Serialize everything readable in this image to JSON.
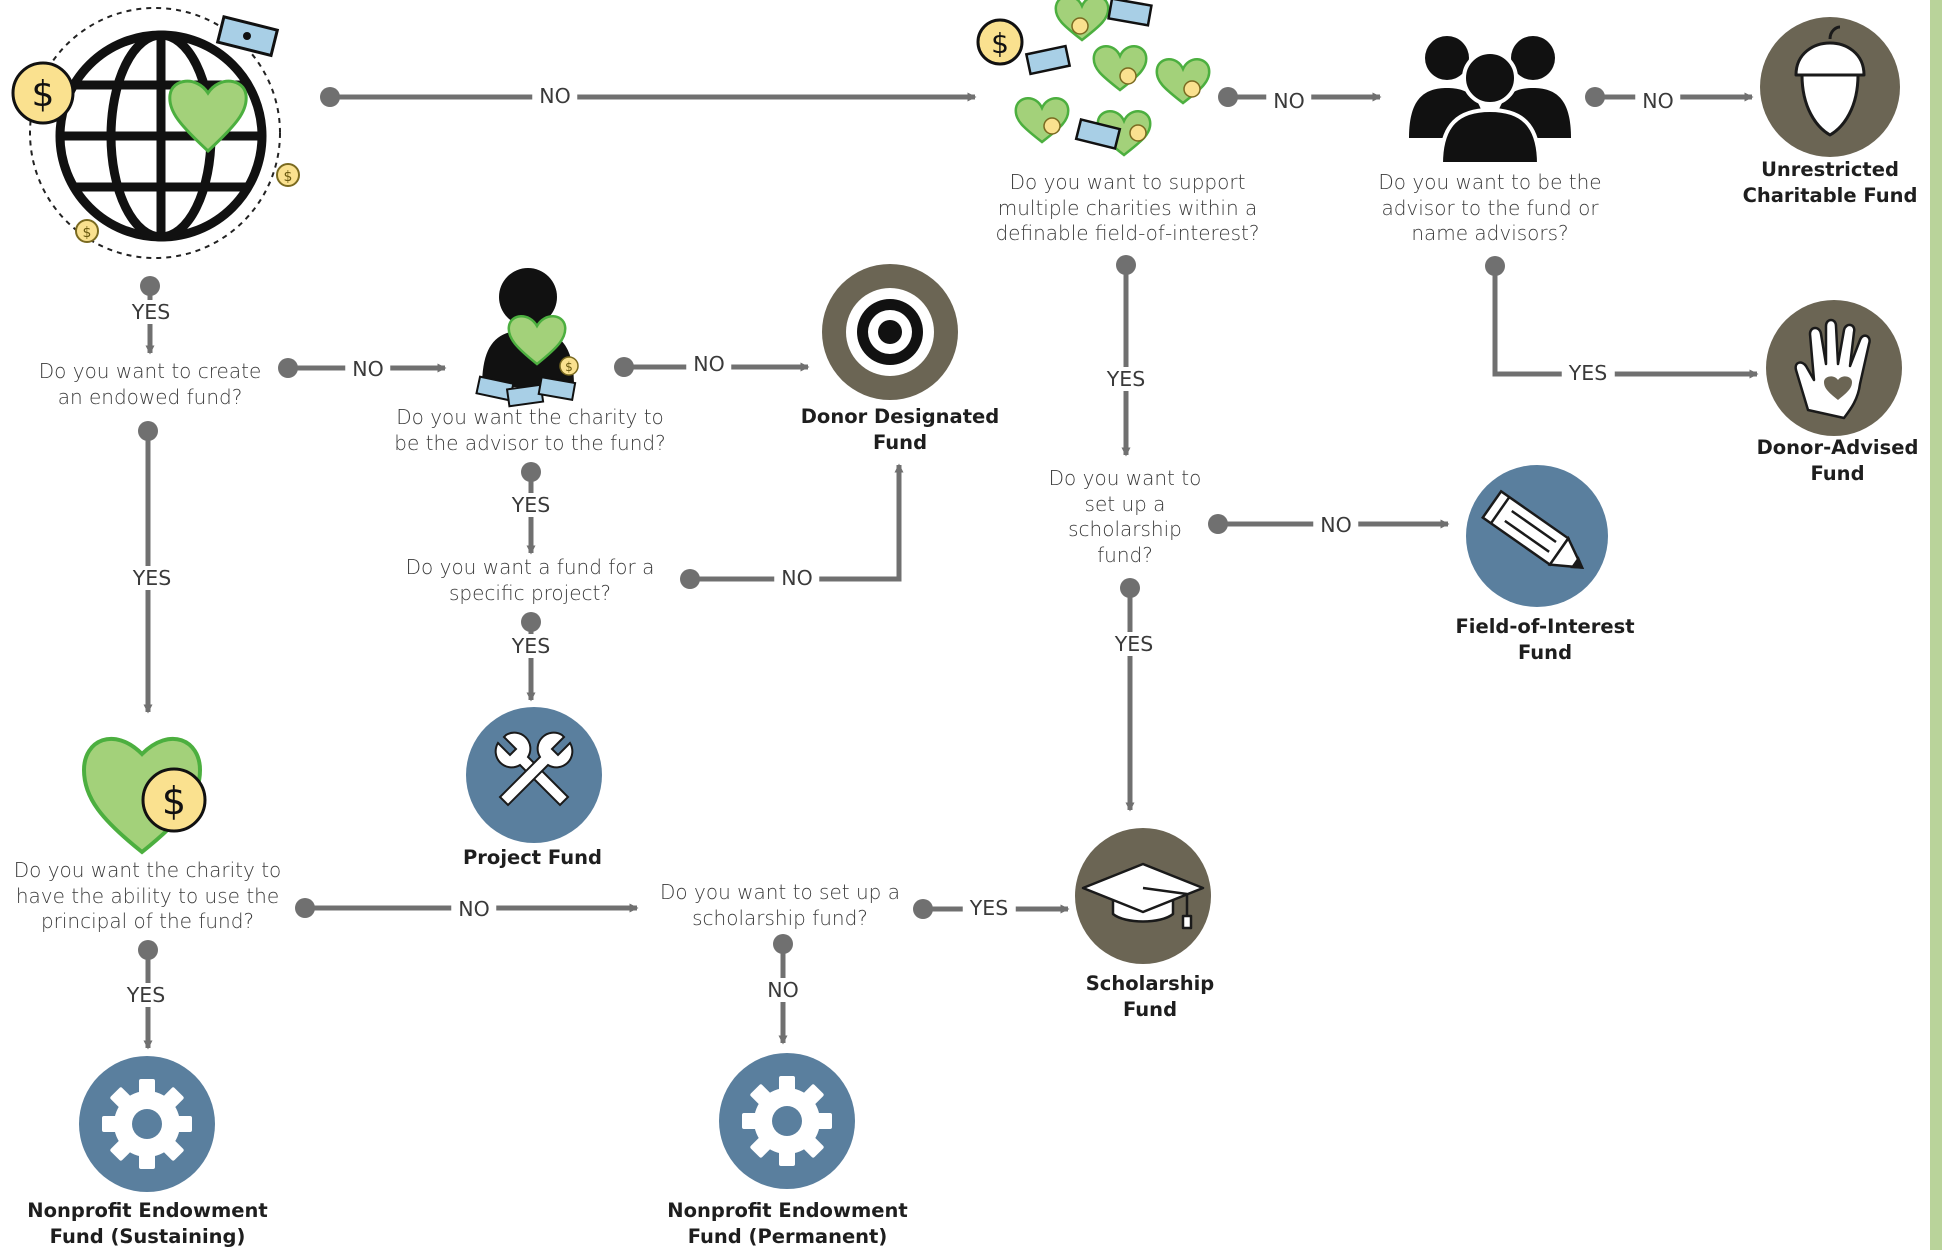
{
  "colors": {
    "line": "#707070",
    "blue_circle": "#5a7f9e",
    "brown_circle": "#6b6554",
    "heart_green": "#a3d17a",
    "heart_stroke": "#4caf3f",
    "coin_yellow": "#fae18f",
    "bill_blue": "#a8cfe6",
    "edge_green": "#b9d39a"
  },
  "questions": {
    "q_endowed": "Do you want to create\nan endowed fund?",
    "q_advisor_charity": "Do you want the charity to\nbe the advisor to the fund?",
    "q_specific_project": "Do you want a fund for a\nspecific project?",
    "q_principal": "Do you want the charity to\nhave the ability to use the\nprincipal of the fund?",
    "q_scholarship_1": "Do you want to set up a\nscholarship fund?",
    "q_multiple_charities": "Do you want to support\nmultiple charities within a\ndefinable field-of-interest?",
    "q_scholarship_2": "Do you want to\nset up a\nscholarship\nfund?",
    "q_advisor_self": "Do you want to be the\nadvisor to the fund or\nname advisors?"
  },
  "labels": {
    "yes": "YES",
    "no": "NO"
  },
  "outcomes": {
    "donor_designated": "Donor Designated\nFund",
    "project_fund": "Project Fund",
    "endowment_sustaining": "Nonprofit Endowment\nFund (Sustaining)",
    "endowment_permanent": "Nonprofit Endowment\nFund (Permanent)",
    "scholarship": "Scholarship\nFund",
    "field_of_interest": "Field-of-Interest\nFund",
    "unrestricted": "Unrestricted\nCharitable Fund",
    "donor_advised": "Donor-Advised\nFund"
  },
  "icons": {
    "start": "globe-with-heart-and-money-icon",
    "person_heart": "person-with-heart-icon",
    "target": "target-icon",
    "wrench": "crossed-wrenches-icon",
    "heart_coin": "heart-with-coin-icon",
    "gear": "gear-icon",
    "graduation": "graduation-cap-icon",
    "hearts_money": "multiple-hearts-and-money-icon",
    "pencil": "pencil-icon",
    "group": "group-of-people-icon",
    "acorn": "acorn-icon",
    "hand_heart": "hand-with-heart-icon",
    "currency": "$"
  }
}
